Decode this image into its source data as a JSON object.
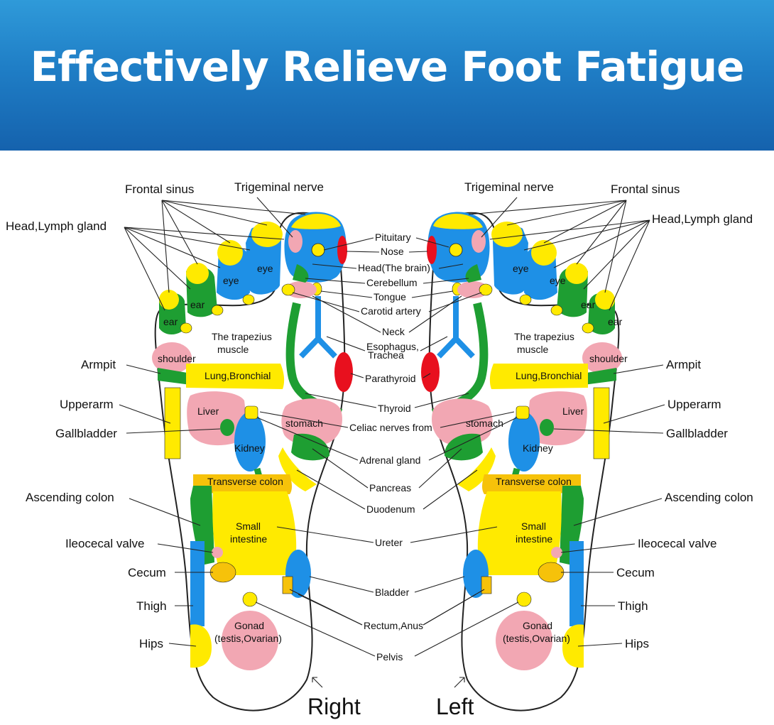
{
  "banner": {
    "title": "Effectively Relieve Foot Fatigue",
    "color_top": "#2f9ad9",
    "color_bottom": "#1562ad"
  },
  "colors": {
    "yellow": "#ffea00",
    "blue": "#1e90e6",
    "green": "#1e9e32",
    "pink": "#f2a7b3",
    "red": "#e8101e",
    "orange": "#f6c20a"
  },
  "feet": {
    "right": "Right",
    "left": "Left"
  },
  "zones": {
    "eye": "eye",
    "ear": "ear",
    "trapezius_1": "The trapezius",
    "trapezius_2": "muscle",
    "shoulder": "shoulder",
    "lung": "Lung,Bronchial",
    "liver": "Liver",
    "stomach": "stomach",
    "kidney": "Kidney",
    "transverse": "Transverse colon",
    "small_1": "Small",
    "small_2": "intestine",
    "gonad_1": "Gonad",
    "gonad_2": "(testis,Ovarian)"
  },
  "center_labels": {
    "pituitary": "Pituitary",
    "nose": "Nose",
    "head": "Head(The brain)",
    "cerebellum": "Cerebellum",
    "tongue": "Tongue",
    "carotid": "Carotid artery",
    "neck": "Neck",
    "esophagus": "Esophagus,",
    "trachea": "Trachea",
    "parathyroid": "Parathyroid",
    "thyroid": "Thyroid",
    "celiac": "Celiac nerves from",
    "adrenal": "Adrenal gland",
    "pancreas": "Pancreas",
    "duodenum": "Duodenum",
    "ureter": "Ureter",
    "bladder": "Bladder",
    "rectum": "Rectum,Anus",
    "pelvis": "Pelvis"
  },
  "side_labels": {
    "trigeminal": "Trigeminal nerve",
    "frontal": "Frontal sinus",
    "head_lymph": "Head,Lymph gland",
    "armpit": "Armpit",
    "upperarm": "Upperarm",
    "gallbladder": "Gallbladder",
    "ascending": "Ascending colon",
    "ileocecal": "Ileocecal valve",
    "cecum": "Cecum",
    "thigh": "Thigh",
    "hips": "Hips"
  }
}
